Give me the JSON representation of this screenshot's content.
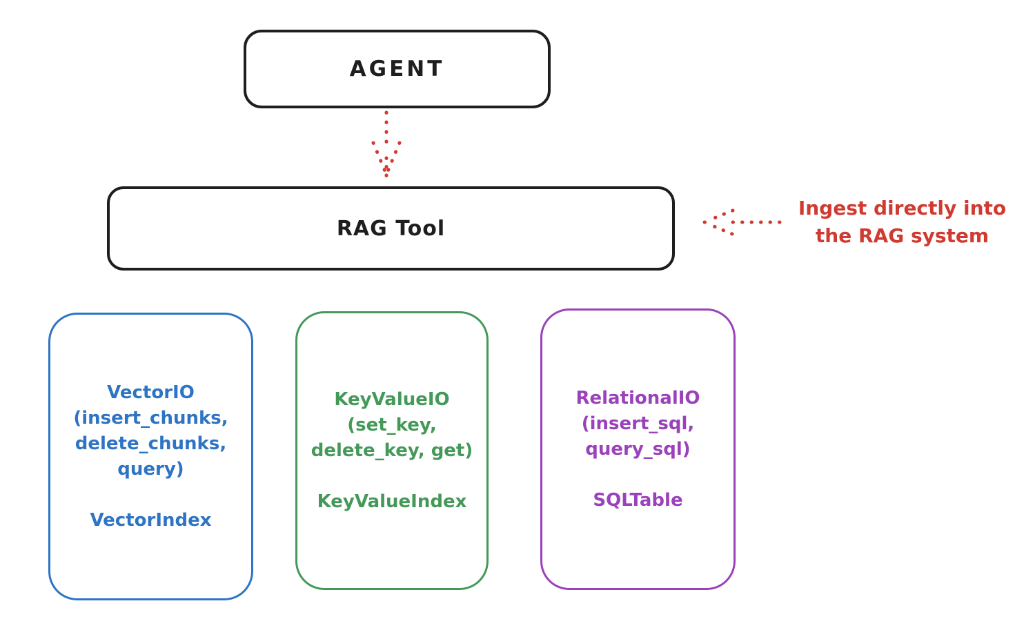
{
  "colors": {
    "ink": "#1e1e1e",
    "red": "#d03a30",
    "blue": "#2e74c4",
    "green": "#449958",
    "purple": "#9a41bb",
    "background": "#ffffff"
  },
  "agent": {
    "label": "AGENT"
  },
  "rag": {
    "label": "RAG Tool"
  },
  "ingest_note": {
    "line1": "Ingest directly into",
    "line2": "the RAG system"
  },
  "stores": [
    {
      "title": "VectorIO",
      "params": "(insert_chunks,\ndelete_chunks,\nquery)",
      "index": "VectorIndex",
      "color": "#2e74c4"
    },
    {
      "title": "KeyValueIO",
      "params": "(set_key,\ndelete_key, get)",
      "index": "KeyValueIndex",
      "color": "#449958"
    },
    {
      "title": "RelationalIO",
      "params": "(insert_sql,\nquery_sql)",
      "index": "SQLTable",
      "color": "#9a41bb"
    }
  ]
}
